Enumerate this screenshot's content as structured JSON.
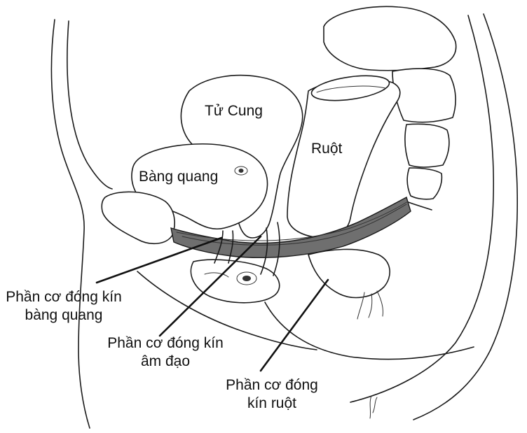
{
  "organs": {
    "uterus": "Tử Cung",
    "bowel": "Ruột",
    "bladder": "Bàng quang"
  },
  "callouts": {
    "bladder_closure": [
      "Phần cơ đóng kín",
      "bàng quang"
    ],
    "vaginal_closure": [
      "Phần cơ đóng kín",
      "âm đạo"
    ],
    "bowel_closure": [
      "Phần cơ đóng",
      "kín ruột"
    ]
  },
  "colors": {
    "ink": "#1a1a1a",
    "muscle": "#6f6f6f",
    "background": "#ffffff"
  }
}
